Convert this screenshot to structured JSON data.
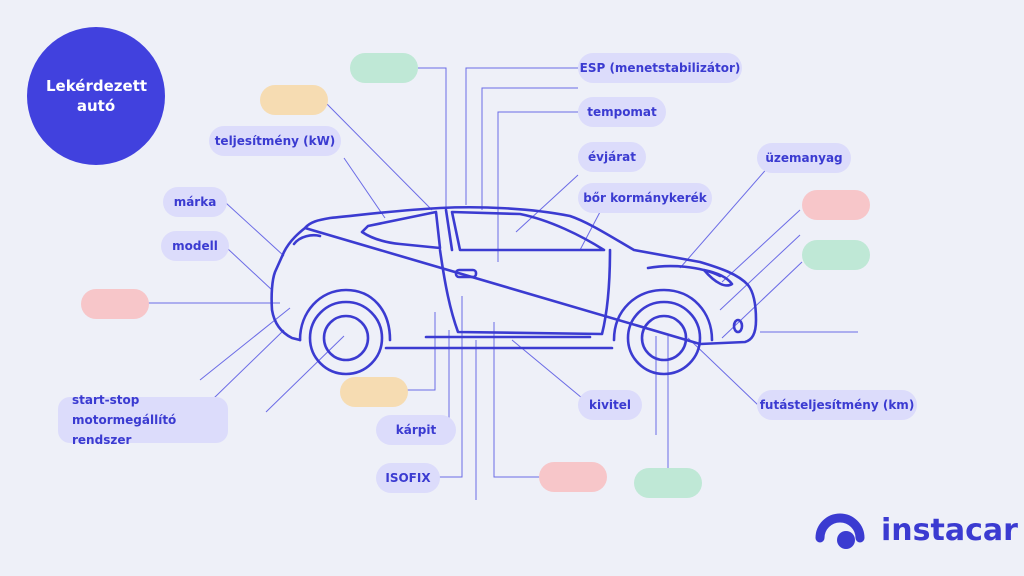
{
  "title": "Lekérdezett autó",
  "labels": {
    "esp": "ESP (menetstabilizátor)",
    "tempomat": "tempomat",
    "evjarat": "évjárat",
    "bor": "bőr kormánykerék",
    "uzemanyag": "üzemanyag",
    "teljesitmeny": "teljesítmény (kW)",
    "marka": "márka",
    "modell": "modell",
    "startstop": "start-stop motormegállító rendszer",
    "kivitel": "kivitel",
    "futas": "futásteljesítmény (km)",
    "karpit": "kárpit",
    "isofix": "ISOFIX"
  },
  "brand": "instacar",
  "colors": {
    "accent": "#4141de",
    "pill": "#dcdcfb",
    "green": "#bfe8d6",
    "orange": "#f6dcb2",
    "red": "#f7c6c9",
    "background": "#eef0f8"
  }
}
